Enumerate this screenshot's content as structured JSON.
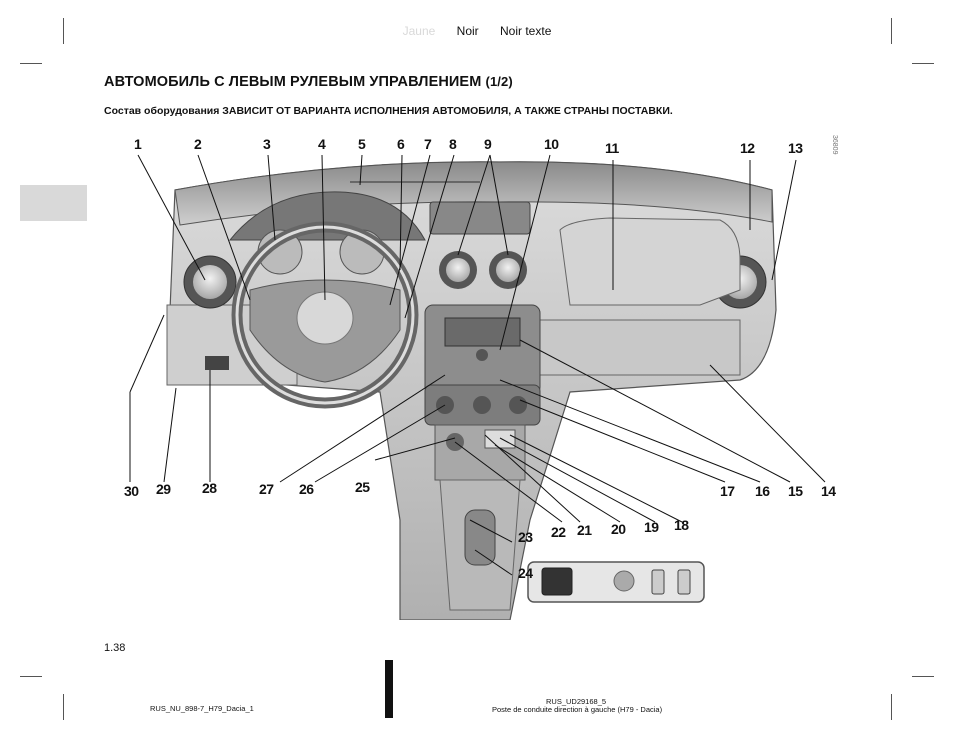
{
  "color_marks": [
    "Jaune",
    "Noir",
    "Noir texte"
  ],
  "title": "АВТОМОБИЛЬ С ЛЕВЫМ РУЛЕВЫМ УПРАВЛЕНИЕМ",
  "title_part": "(1/2)",
  "subtitle": "Состав оборудования ЗАВИСИТ ОТ ВАРИАНТА ИСПОЛНЕНИЯ АВТОМОБИЛЯ, А ТАКЖЕ СТРАНЫ ПОСТАВКИ.",
  "figure": {
    "reference_code": "36809",
    "callouts_top": [
      "1",
      "2",
      "3",
      "4",
      "5",
      "6",
      "7",
      "8",
      "9",
      "10",
      "11",
      "12",
      "13"
    ],
    "callouts_bottom": [
      "30",
      "29",
      "28",
      "27",
      "26",
      "25",
      "17",
      "16",
      "15",
      "14"
    ],
    "callouts_inset": [
      "23",
      "24",
      "22",
      "21",
      "20",
      "19",
      "18"
    ]
  },
  "page_number": "1.38",
  "footer": {
    "left": "RUS_NU_898-7_H79_Dacia_1",
    "right_code": "RUS_UD29168_5",
    "right_desc": "Poste de conduite direction à gauche (H79 - Dacia)"
  }
}
